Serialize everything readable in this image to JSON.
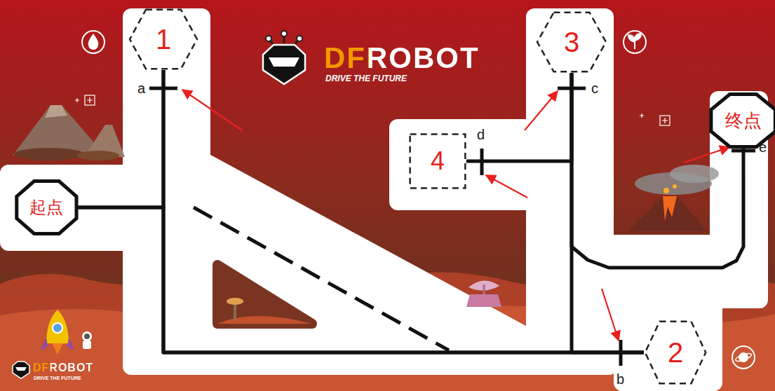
{
  "diagram": {
    "nodes": [
      {
        "text": [
          "1"
        ]
      },
      {
        "text": [
          "3"
        ]
      },
      {
        "text": [
          "终点"
        ]
      },
      {
        "text": [
          "4"
        ]
      },
      {
        "text": [
          "起点"
        ]
      },
      {
        "text": [
          "2"
        ]
      }
    ],
    "edges": [
      {
        "from": 4,
        "to": 0,
        "arrow": "none"
      },
      {
        "from": 4,
        "to": 5,
        "arrow": "none"
      },
      {
        "from": 0,
        "to": 5,
        "arrow": "none"
      },
      {
        "from": 5,
        "to": 1,
        "arrow": "none"
      },
      {
        "from": 1,
        "to": 3,
        "arrow": "none"
      },
      {
        "from": 1,
        "to": 2,
        "arrow": "none"
      }
    ],
    "labels": [
      "a",
      "b",
      "c",
      "d",
      "e",
      "DFROBOT",
      "DRIVE THE FUTURE",
      "DFROBOT",
      "DRIVE THE FUTURE"
    ]
  }
}
